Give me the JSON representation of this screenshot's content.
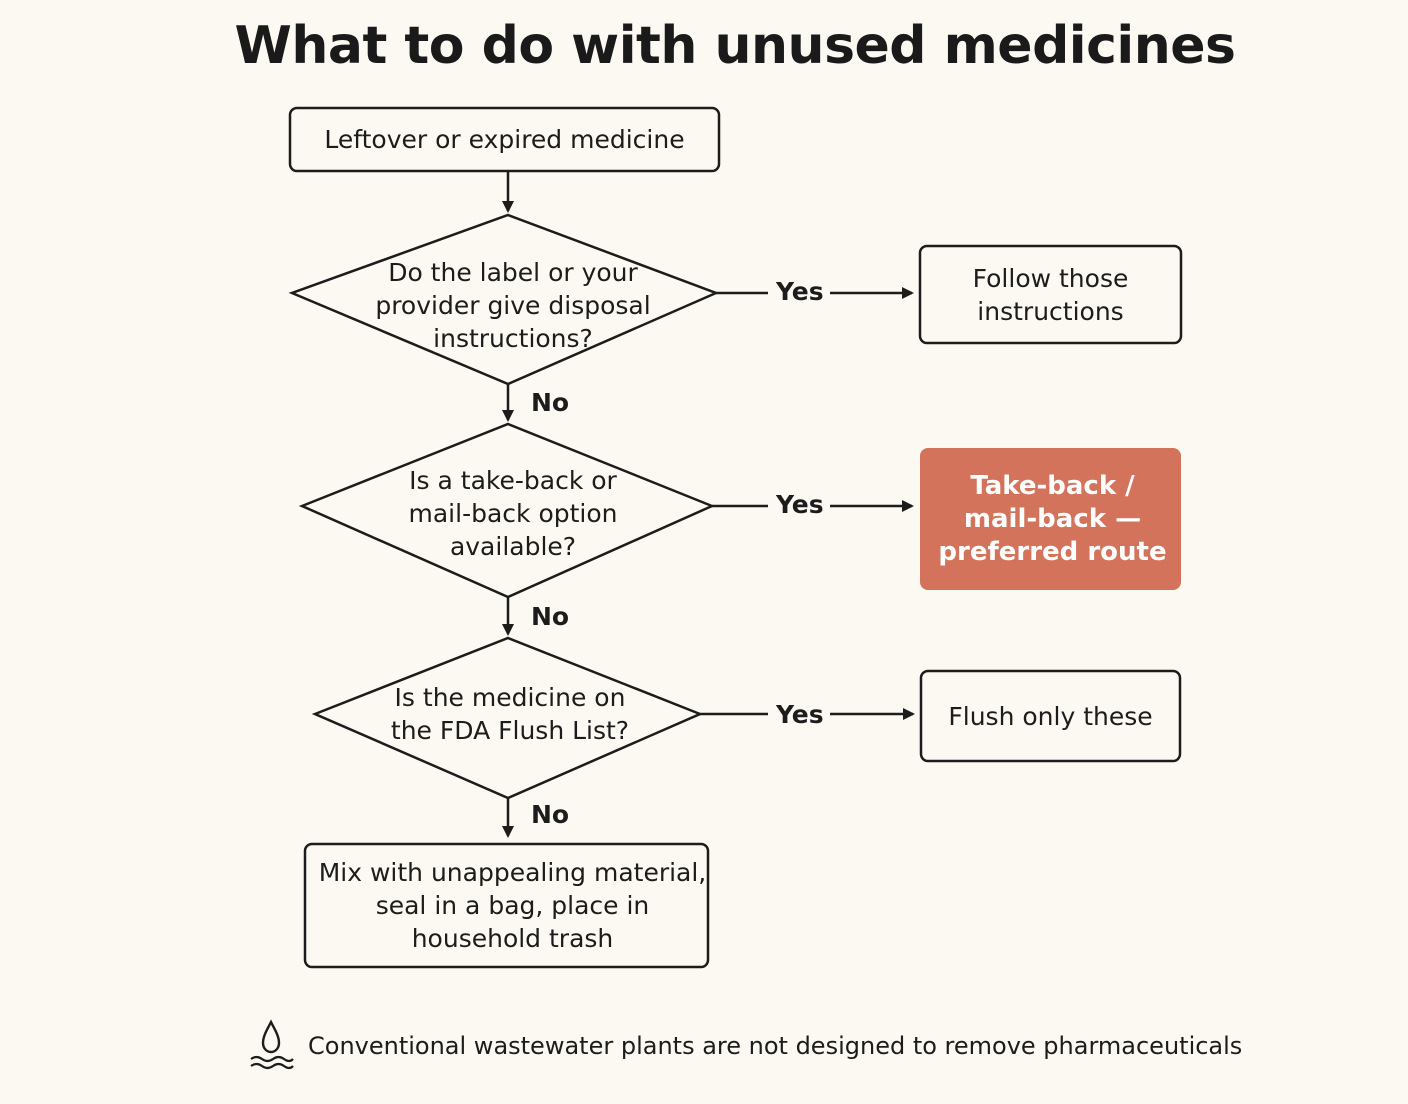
{
  "title": "What to do with unused medicines",
  "nodes": {
    "start": "Leftover or expired medicine",
    "decision_instructions": "Do the label or your\nprovider give disposal\ninstructions?",
    "follow_instructions": "Follow those\ninstructions",
    "decision_takeback": "Is a take-back or\nmail-back option\navailable?",
    "takeback_preferred": "Take-back /\nmail-back —\npreferred route",
    "decision_flush_list": "Is the medicine on\nthe FDA Flush List?",
    "flush_only": "Flush only these",
    "trash_disposal": "Mix with unappealing material,\nseal in a bag, place in\nhousehold trash"
  },
  "edge_labels": {
    "yes_1": "Yes",
    "no_1": "No",
    "yes_2": "Yes",
    "no_2": "No",
    "yes_3": "Yes",
    "no_3": "No"
  },
  "footer": {
    "icon": "water-drop-icon",
    "text": "Conventional wastewater plants are not designed to remove pharmaceuticals"
  },
  "colors": {
    "background": "#fcf8f2",
    "highlight": "#d3735c",
    "stroke": "#1c1c1c"
  }
}
